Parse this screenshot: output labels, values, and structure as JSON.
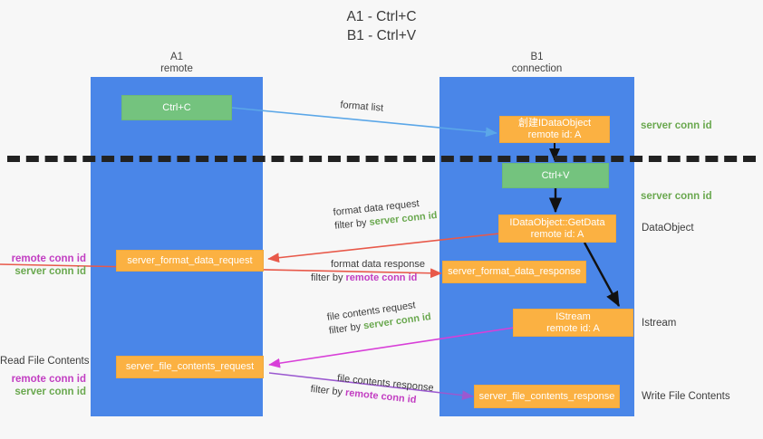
{
  "title": "A1 - Ctrl+C\nB1 - Ctrl+V",
  "lanes": [
    {
      "name": "A1",
      "sub": "remote"
    },
    {
      "name": "B1",
      "sub": "connection"
    }
  ],
  "nodes": {
    "ctrl_c": "Ctrl+C",
    "ctrl_v": "Ctrl+V",
    "idataobject_l1": "創建IDataObject",
    "idataobject_l2": "remote id: A",
    "getdata_l1": "IDataObject::GetData",
    "getdata_l2": "remote id: A",
    "istream_l1": "IStream",
    "istream_l2": "remote id: A",
    "server_format_data_request": "server_format_data_request",
    "server_format_data_response": "server_format_data_response",
    "server_file_contents_request": "server_file_contents_request",
    "server_file_contents_response": "server_file_contents_response"
  },
  "right_labels": {
    "server_conn_id_top": "server conn id",
    "server_conn_id_mid": "server conn id",
    "dataobject": "DataObject",
    "istream": "Istream",
    "write_file_contents": "Write File Contents"
  },
  "left_labels": {
    "remote_conn_id_1": "remote conn id",
    "server_conn_id_1": "server conn id",
    "read_file_contents": "Read File Contents",
    "remote_conn_id_2": "remote conn id",
    "server_conn_id_2": "server conn id"
  },
  "edges": {
    "format_list": "format list",
    "format_data_request": "format data request",
    "format_data_request_filter_prefix": "filter by ",
    "format_data_request_filter_value": "server conn id",
    "format_data_response": "format data response",
    "format_data_response_filter_prefix": "filter by ",
    "format_data_response_filter_value": "remote conn id",
    "file_contents_request": "file contents request",
    "file_contents_request_filter_prefix": "filter by ",
    "file_contents_request_filter_value": "server conn id",
    "file_contents_response": "file contents response",
    "file_contents_response_filter_prefix": "filter by ",
    "file_contents_response_filter_value": "remote conn id"
  },
  "colors": {
    "lane": "#4a86e8",
    "orange": "#fbb142",
    "green_node": "#74c37e",
    "green_text": "#6aa84f",
    "magenta_text": "#c23ec2",
    "arrow_blue": "#5ba7e8",
    "arrow_red": "#e8594a",
    "arrow_magenta": "#d83fd8",
    "arrow_purple": "#9b59d0",
    "arrow_black": "#111111",
    "background": "#f7f7f7"
  }
}
